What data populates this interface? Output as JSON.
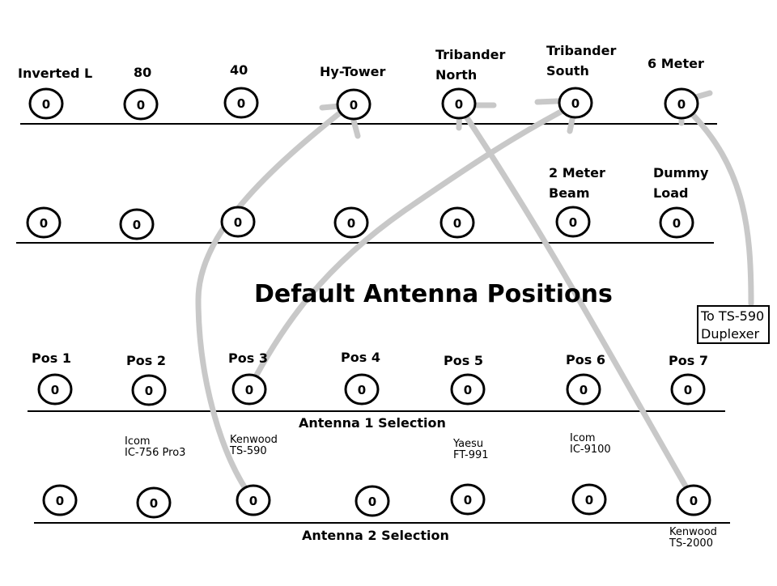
{
  "diagram": {
    "title": "Default Antenna Positions",
    "row1_labels": [
      "Inverted L",
      "80",
      "40",
      "Hy-Tower",
      "Tribander North",
      "Tribander South",
      "6 Meter"
    ],
    "row2_labels": [
      "",
      "",
      "",
      "",
      "",
      "2 Meter Beam",
      "Dummy Load"
    ],
    "row3_positions": [
      "Pos 1",
      "Pos 2",
      "Pos 3",
      "Pos 4",
      "Pos 5",
      "Pos 6",
      "Pos 7"
    ],
    "antenna1_label": "Antenna 1  Selection",
    "antenna2_label": "Antenna 2 Selection",
    "radios": [
      {
        "name": "icom-756",
        "line1": "Icom",
        "line2": "IC-756 Pro3"
      },
      {
        "name": "kenwood-590",
        "line1": "Kenwood",
        "line2": "TS-590"
      },
      {
        "name": "yaesu-991",
        "line1": "Yaesu",
        "line2": "FT-991"
      },
      {
        "name": "icom-9100",
        "line1": "Icom",
        "line2": "IC-9100"
      },
      {
        "name": "kenwood-2000",
        "line1": "Kenwood",
        "line2": "TS-2000"
      }
    ],
    "duplexer_box": {
      "line1": "To TS-590",
      "line2": "Duplexer"
    },
    "jack_glyph": "0",
    "colors": {
      "lines": "#000000",
      "arrows": "#c8c8c8"
    }
  }
}
